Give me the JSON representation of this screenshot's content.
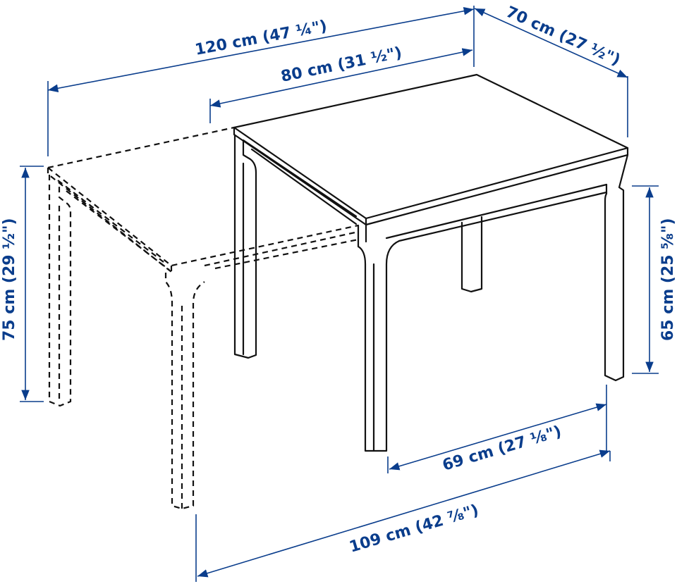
{
  "diagram": {
    "dimension_color": "#0a3d8c",
    "line_color": "#111111",
    "dimensions": {
      "extended_length": "120 cm (47 ¼\")",
      "length": "80 cm (31 ½\")",
      "depth": "70 cm (27 ½\")",
      "height": "75 cm (29 ½\")",
      "apron_height": "65 cm (25 ⅝\")",
      "leg_span_short": "69 cm (27 ⅛\")",
      "leg_span_long": "109 cm (42 ⅞\")"
    }
  }
}
